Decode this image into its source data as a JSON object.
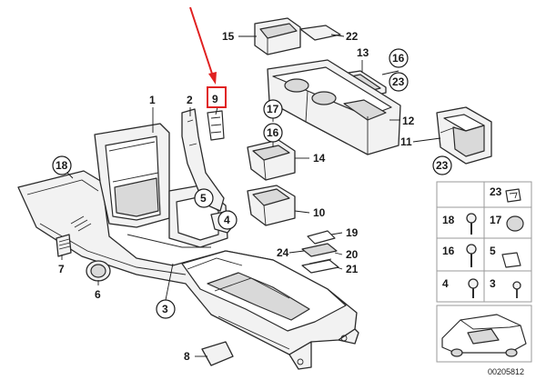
{
  "callouts": {
    "c1": "1",
    "c2": "2",
    "c3": "3",
    "c4": "4",
    "c5": "5",
    "c6": "6",
    "c7": "7",
    "c8": "8",
    "c9": "9",
    "c10": "10",
    "c11": "11",
    "c12": "12",
    "c13": "13",
    "c14": "14",
    "c15": "15",
    "c16": "16",
    "c17": "17",
    "c18": "18",
    "c19": "19",
    "c20": "20",
    "c21": "21",
    "c22": "22",
    "c23": "23",
    "c24": "24",
    "c11b": "23",
    "c12b": "16",
    "c12c": "23"
  },
  "legend": {
    "l23": "23",
    "l18": "18",
    "l17": "17",
    "l16": "16",
    "l5": "5",
    "l4": "4",
    "l3": "3"
  },
  "highlight": {
    "part": "9",
    "color": "#e02020"
  },
  "reference_code": "00205812"
}
